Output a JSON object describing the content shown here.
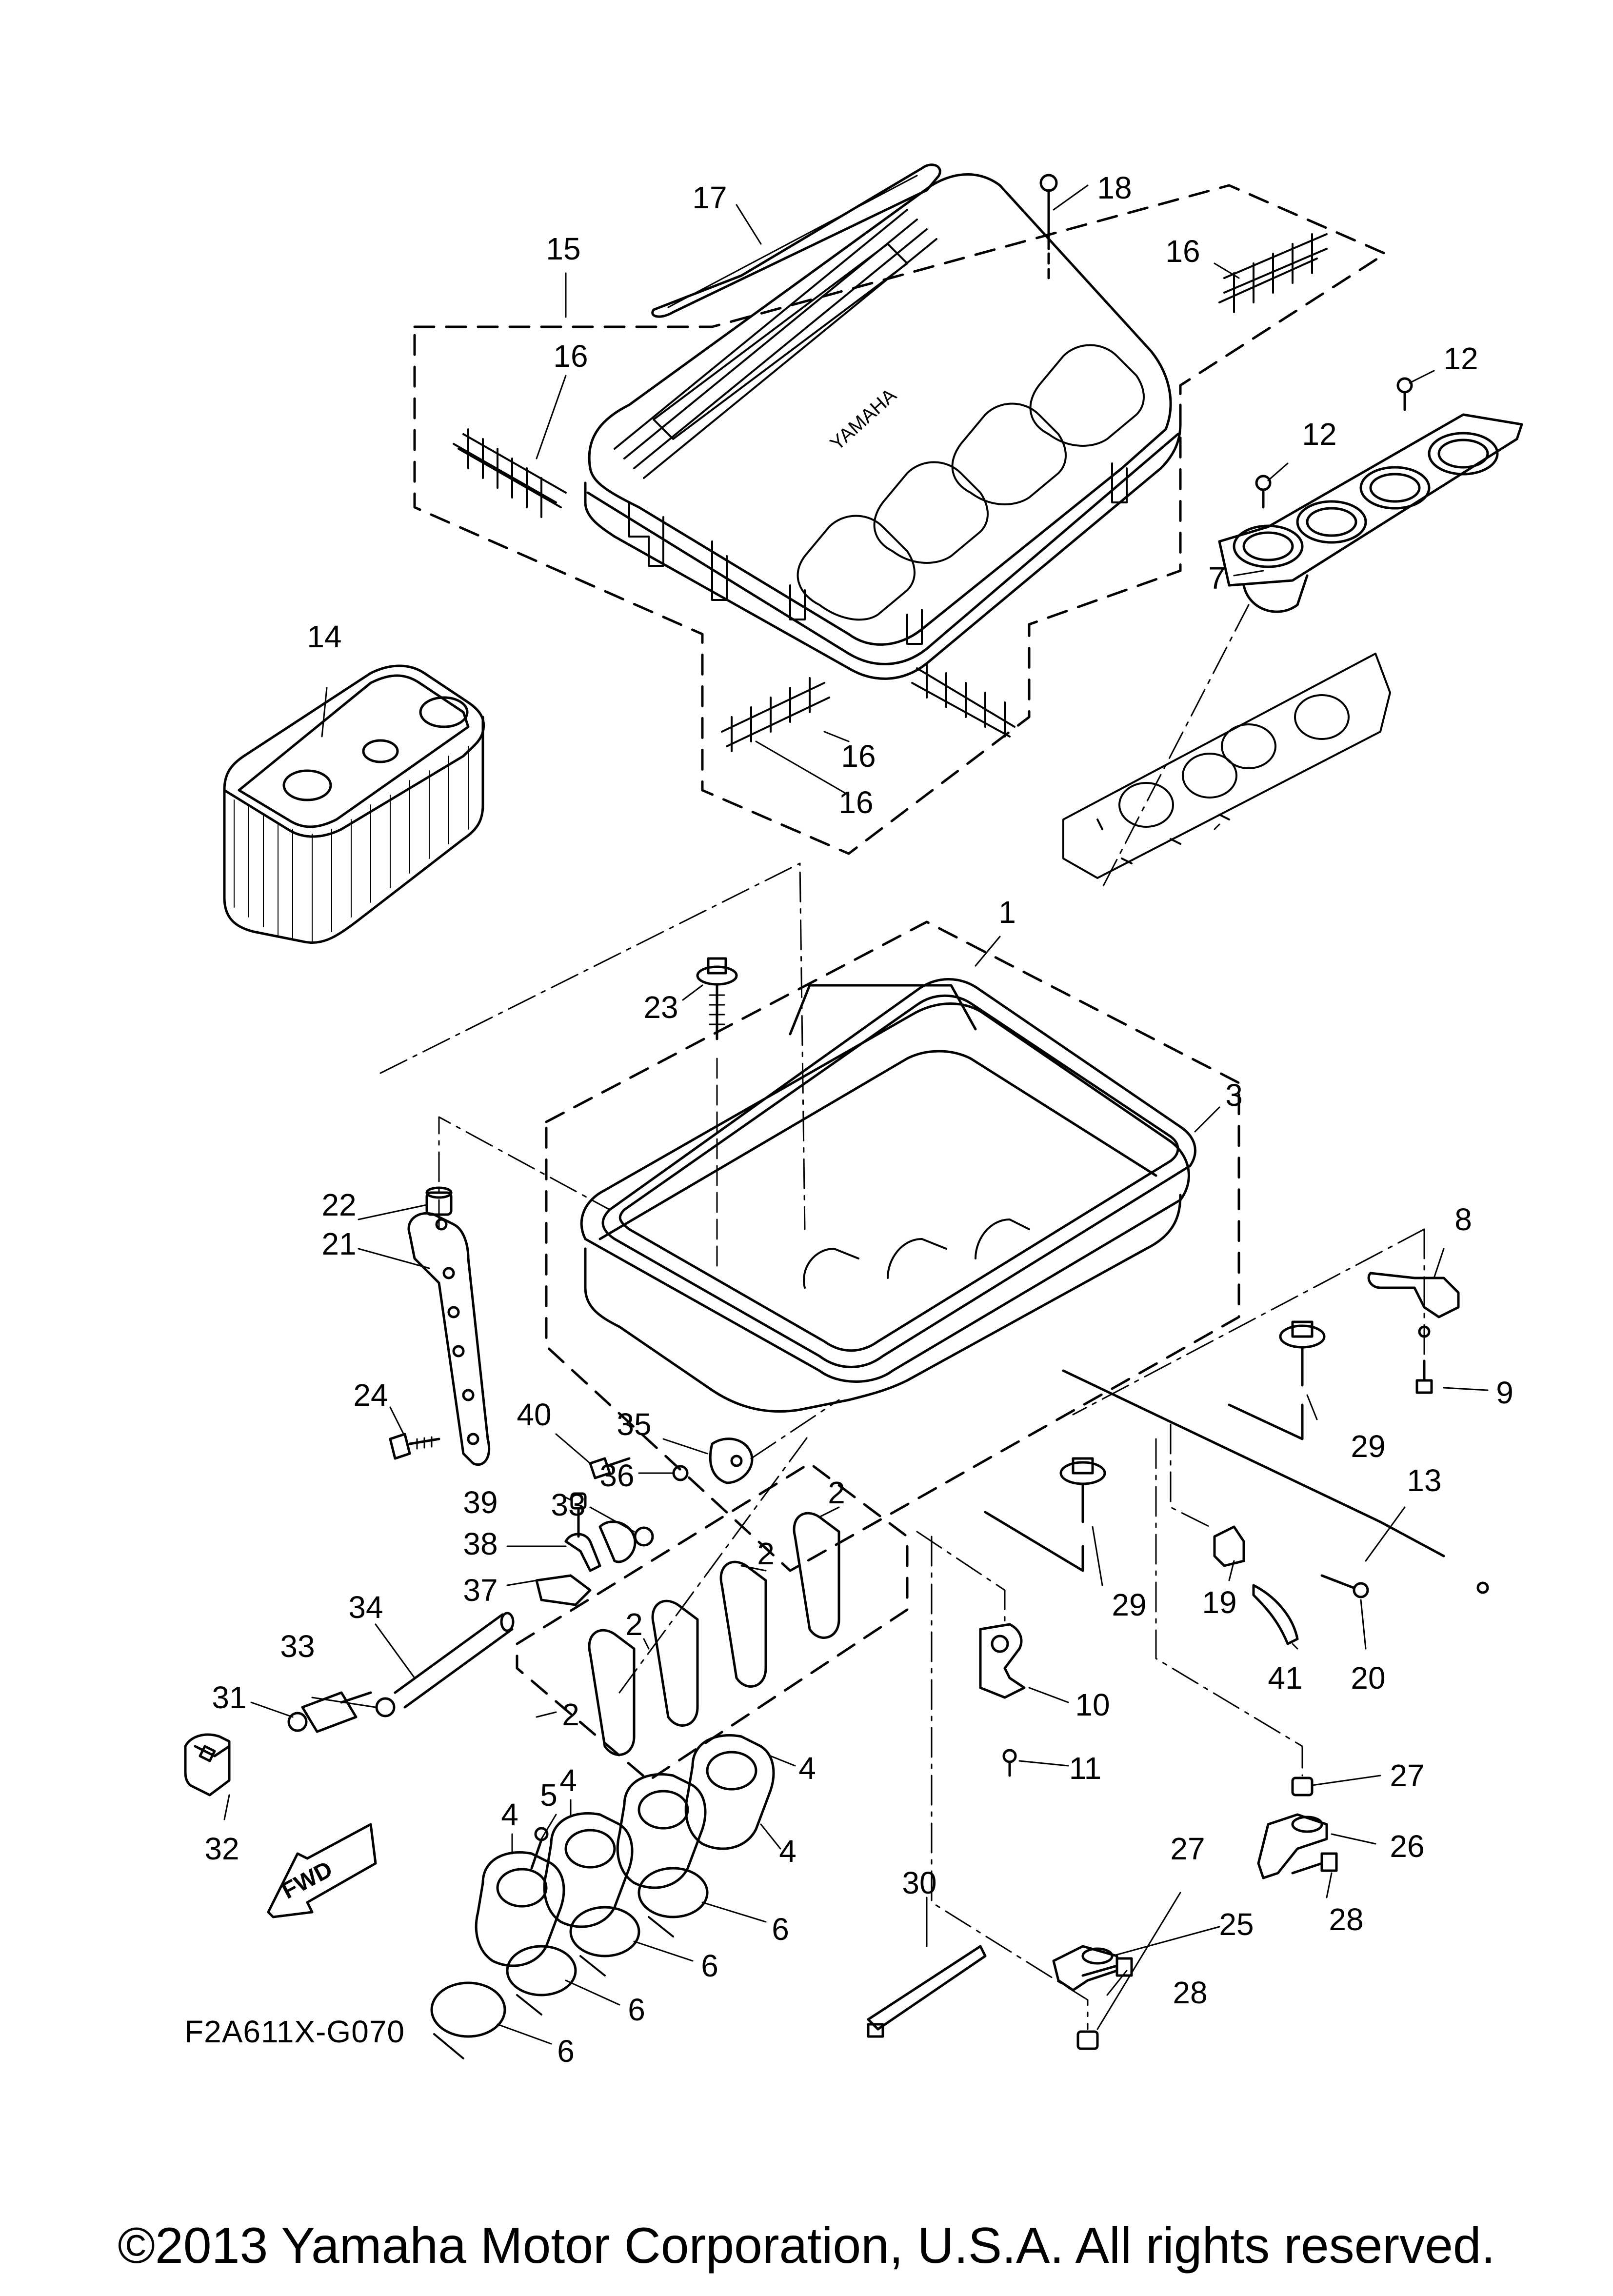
{
  "diagram": {
    "title": "Yamaha parts diagram - Intake / Air filter",
    "code": "F2A611X-G070",
    "copyright": "©2013 Yamaha Motor Corporation, U.S.A. All rights reserved.",
    "fwd_label": "FWD",
    "cover_brand": "YAMAHA",
    "colors": {
      "line": "#000000",
      "background": "#ffffff"
    }
  },
  "callouts": [
    {
      "id": "c1",
      "label": "1",
      "part": "air filter case"
    },
    {
      "id": "c2a",
      "label": "2",
      "part": "joint"
    },
    {
      "id": "c2b",
      "label": "2",
      "part": "joint"
    },
    {
      "id": "c2c",
      "label": "2",
      "part": "joint"
    },
    {
      "id": "c2d",
      "label": "2",
      "part": "joint"
    },
    {
      "id": "c3",
      "label": "3",
      "part": "seal"
    },
    {
      "id": "c4a",
      "label": "4",
      "part": "intake joint"
    },
    {
      "id": "c4b",
      "label": "4",
      "part": "intake joint"
    },
    {
      "id": "c4c",
      "label": "4",
      "part": "intake joint"
    },
    {
      "id": "c4d",
      "label": "4",
      "part": "intake joint"
    },
    {
      "id": "c5",
      "label": "5",
      "part": "bolt"
    },
    {
      "id": "c6a",
      "label": "6",
      "part": "clamp"
    },
    {
      "id": "c6b",
      "label": "6",
      "part": "clamp"
    },
    {
      "id": "c6c",
      "label": "6",
      "part": "clamp"
    },
    {
      "id": "c6d",
      "label": "6",
      "part": "clamp"
    },
    {
      "id": "c7",
      "label": "7",
      "part": "funnel assembly"
    },
    {
      "id": "c8",
      "label": "8",
      "part": "bracket"
    },
    {
      "id": "c9",
      "label": "9",
      "part": "bolt"
    },
    {
      "id": "c10",
      "label": "10",
      "part": "bracket"
    },
    {
      "id": "c11",
      "label": "11",
      "part": "screw"
    },
    {
      "id": "c12a",
      "label": "12",
      "part": "screw"
    },
    {
      "id": "c12b",
      "label": "12",
      "part": "screw"
    },
    {
      "id": "c13",
      "label": "13",
      "part": "cable"
    },
    {
      "id": "c14",
      "label": "14",
      "part": "element"
    },
    {
      "id": "c15",
      "label": "15",
      "part": "cover assembly"
    },
    {
      "id": "c16a",
      "label": "16",
      "part": "clip"
    },
    {
      "id": "c16b",
      "label": "16",
      "part": "clip"
    },
    {
      "id": "c16c",
      "label": "16",
      "part": "clip"
    },
    {
      "id": "c16d",
      "label": "16",
      "part": "clip"
    },
    {
      "id": "c17",
      "label": "17",
      "part": "emblem"
    },
    {
      "id": "c18",
      "label": "18",
      "part": "screw"
    },
    {
      "id": "c19",
      "label": "19",
      "part": "holder"
    },
    {
      "id": "c20",
      "label": "20",
      "part": "screw"
    },
    {
      "id": "c21",
      "label": "21",
      "part": "stay"
    },
    {
      "id": "c22",
      "label": "22",
      "part": "collar"
    },
    {
      "id": "c23",
      "label": "23",
      "part": "bolt"
    },
    {
      "id": "c24",
      "label": "24",
      "part": "bolt"
    },
    {
      "id": "c25",
      "label": "25",
      "part": "stay"
    },
    {
      "id": "c26",
      "label": "26",
      "part": "stay"
    },
    {
      "id": "c27a",
      "label": "27",
      "part": "collar"
    },
    {
      "id": "c27b",
      "label": "27",
      "part": "collar"
    },
    {
      "id": "c28a",
      "label": "28",
      "part": "bolt"
    },
    {
      "id": "c28b",
      "label": "28",
      "part": "bolt"
    },
    {
      "id": "c29a",
      "label": "29",
      "part": "bolt"
    },
    {
      "id": "c29b",
      "label": "29",
      "part": "bolt"
    },
    {
      "id": "c30",
      "label": "30",
      "part": "band"
    },
    {
      "id": "c31",
      "label": "31",
      "part": "sensor"
    },
    {
      "id": "c32",
      "label": "32",
      "part": "cap"
    },
    {
      "id": "c33a",
      "label": "33",
      "part": "clip"
    },
    {
      "id": "c33b",
      "label": "33",
      "part": "clip"
    },
    {
      "id": "c34",
      "label": "34",
      "part": "hose"
    },
    {
      "id": "c35",
      "label": "35",
      "part": "joint"
    },
    {
      "id": "c36",
      "label": "36",
      "part": "clip"
    },
    {
      "id": "c37",
      "label": "37",
      "part": "bracket"
    },
    {
      "id": "c38",
      "label": "38",
      "part": "clamp"
    },
    {
      "id": "c39",
      "label": "39",
      "part": "screw"
    },
    {
      "id": "c40",
      "label": "40",
      "part": "bolt"
    },
    {
      "id": "c41",
      "label": "41",
      "part": "band"
    }
  ]
}
